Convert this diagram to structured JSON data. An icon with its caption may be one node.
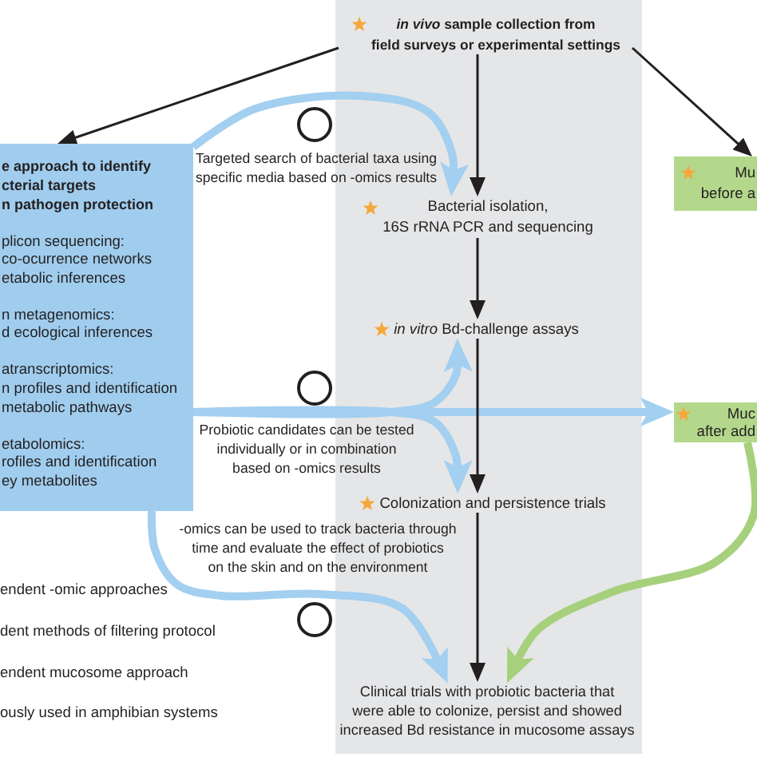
{
  "diagram": {
    "nodes": [
      {
        "text": [],
        "shape": "box"
      },
      {
        "text": [
          "*in vivo* sample collection from field surveys or experimental settings"
        ],
        "in": 0
      },
      {
        "text": [
          "e approach to identify cterial targets n pathogen protection",
          "plicon sequencing: co-ocurrence networks etabolic inferences",
          "n metagenomics: d ecological inferences",
          "atranscriptomics: n profiles and identification metabolic pathways",
          "etabolomics: rofiles and identification ey metabolites"
        ]
      },
      {
        "text": [
          "Mu before a"
        ]
      },
      {
        "text": [
          "Bacterial isolation, 16S rRNA PCR and sequencing"
        ],
        "in": 0
      },
      {
        "text": [
          "*in vitro* Bd-challenge assays"
        ],
        "in": 0
      },
      {
        "text": [
          "Muc after add"
        ]
      },
      {
        "text": [
          "Colonization and persistence trials"
        ],
        "in": 0
      },
      {
        "text": [
          "Clinical trials with probiotic bacteria that were able to colonize, persist and showed increased Bd resistance in mucosome assays"
        ],
        "in": 0
      }
    ],
    "edges": [
      {
        "from": 1,
        "to": 2,
        "arrow": "to"
      },
      {
        "from": 1,
        "to": 3,
        "arrow": "to"
      },
      {
        "from": 1,
        "to": 4,
        "arrow": "to"
      },
      {
        "from": 2,
        "to": 4,
        "arrow": "to",
        "label": "Targeted search of bacterial taxa using specific media based on -omics results",
        "style": "thick",
        "color": "#a3cff0"
      },
      {
        "from": 4,
        "to": 5,
        "arrow": "to"
      },
      {
        "from": 2,
        "to": 5,
        "arrow": "to",
        "style": "thick",
        "color": "#a3cff0"
      },
      {
        "from": 2,
        "to": 7,
        "arrow": "to",
        "label": "Probiotic candidates can be tested individually or in combination based on -omics results",
        "style": "thick",
        "color": "#a3cff0"
      },
      {
        "from": 2,
        "to": 6,
        "arrow": "to",
        "style": "thick",
        "color": "#a3cff0"
      },
      {
        "from": 5,
        "to": 7,
        "arrow": "to"
      },
      {
        "from": 7,
        "to": 8,
        "arrow": "to"
      },
      {
        "from": 2,
        "to": 8,
        "arrow": "to",
        "label": "-omics can be used to track bacteria through time and evaluate the effect of probiotics on the skin and on the environment",
        "style": "thick",
        "color": "#a3cff0"
      },
      {
        "from": 6,
        "to": 8,
        "arrow": "to",
        "style": "thick",
        "color": "#a6d07c"
      }
    ],
    "labels": [
      "endent -omic approaches",
      "dent methods of filtering protocol",
      "endent mucosome approach",
      "ously used in amphibian systems"
    ]
  }
}
